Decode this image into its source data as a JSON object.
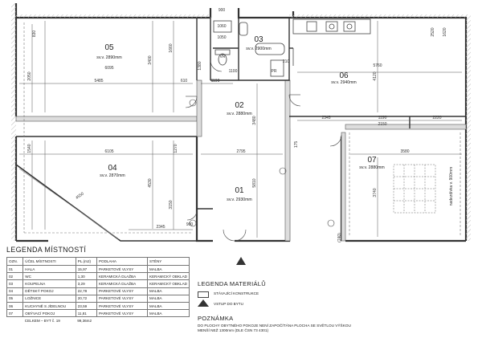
{
  "rooms": [
    {
      "id": "05",
      "sv": "sv.v. 2890mm"
    },
    {
      "id": "03",
      "sv": "sv.v. 2900mm"
    },
    {
      "id": "06",
      "sv": "sv.v. 2940mm"
    },
    {
      "id": "02",
      "sv": "sv.v. 2880mm"
    },
    {
      "id": "04",
      "sv": "sv.v. 2870mm"
    },
    {
      "id": "01",
      "sv": "sv.v. 2930mm"
    },
    {
      "id": "07",
      "sv": "sv.v. 2880mm"
    }
  ],
  "dims": {
    "d5485": "5485",
    "d610": "610",
    "d6095": "6095",
    "d1190": "1190",
    "d2795": "2795",
    "d3480": "3480",
    "d6105": "6105",
    "d5810": "5810",
    "d5760": "5760",
    "d4120": "4120",
    "d2345a": "2345",
    "d1190b": "1190",
    "d2220": "2220",
    "d2150": "2150",
    "d3580": "3580",
    "d3740": "3740",
    "d2345b": "2345",
    "d4530": "4530",
    "d3150": "3150",
    "d3400": "3400",
    "d1660": "1660",
    "d2050": "2050",
    "d4550": "4550",
    "d900": "900",
    "d830": "830",
    "d1270": "1270",
    "d1540": "1540",
    "d1380": "1380",
    "d1100": "1100",
    "d1620": "1620",
    "d2520": "2520",
    "d1660b": "1660",
    "d210": "210",
    "d175": "175",
    "d740": "(740)",
    "d900b": "900",
    "d1660c": "1660",
    "d1060": "1060",
    "d1050": "1050"
  },
  "plan_marks": {
    "pr": "PR",
    "vr": "VR",
    "nadezd": "nadezdívka v. 900mm"
  },
  "legend_rooms": {
    "title": "LEGENDA MÍSTNOSTÍ",
    "headers": [
      "OZN.",
      "ÚČEL MÍSTNOSTI",
      "PL.(m2)",
      "PODLAHA",
      "STĚNY"
    ],
    "rows": [
      [
        "01",
        "HALA",
        "15,97",
        "PARKETOVÉ VLYSY",
        "MALBA"
      ],
      [
        "02",
        "WC",
        "1,30",
        "KERAMICKÁ DLAŽBA",
        "KERAMICKÝ OBKLAD"
      ],
      [
        "03",
        "KOUPELNA",
        "3,29",
        "KERAMICKÁ DLAŽBA",
        "KERAMICKÝ OBKLAD"
      ],
      [
        "04",
        "DĚTSKÝ POKOJ",
        "22,78",
        "PARKETOVÉ VLYSY",
        "MALBA"
      ],
      [
        "05",
        "LOŽNICE",
        "20,72",
        "PARKETOVÉ VLYSY",
        "MALBA"
      ],
      [
        "06",
        "KUCHYNĚ S JÍDELNOU",
        "23,59",
        "PARKETOVÉ VLYSY",
        "MALBA"
      ],
      [
        "07",
        "OBÝVACÍ POKOJ",
        "11,81",
        "PARKETOVÉ VLYSY",
        "MALBA"
      ]
    ],
    "total_label": "CELKEM – BYT č. 19",
    "total_value": "99,36m2"
  },
  "legend_materials": {
    "title": "LEGENDA MATERIÁLŮ",
    "existing": "STÁVAJÍCÍ KONSTRUKCE",
    "entry": "VSTUP DO BYTU"
  },
  "note": {
    "title": "POZNÁMKA",
    "text": "DO PLOCHY OBYTNÉHO POKOJE NENÍ ZAPOČÍTÁNA PLOCHA SE SVĚTLOU VÝŠKOU MENŠÍ NEŽ 1300mm (DLE ČSN 73 4301)"
  },
  "colors": {
    "wall": "#333333",
    "dim_line": "#555555",
    "hatch": "#9a9a9a"
  }
}
